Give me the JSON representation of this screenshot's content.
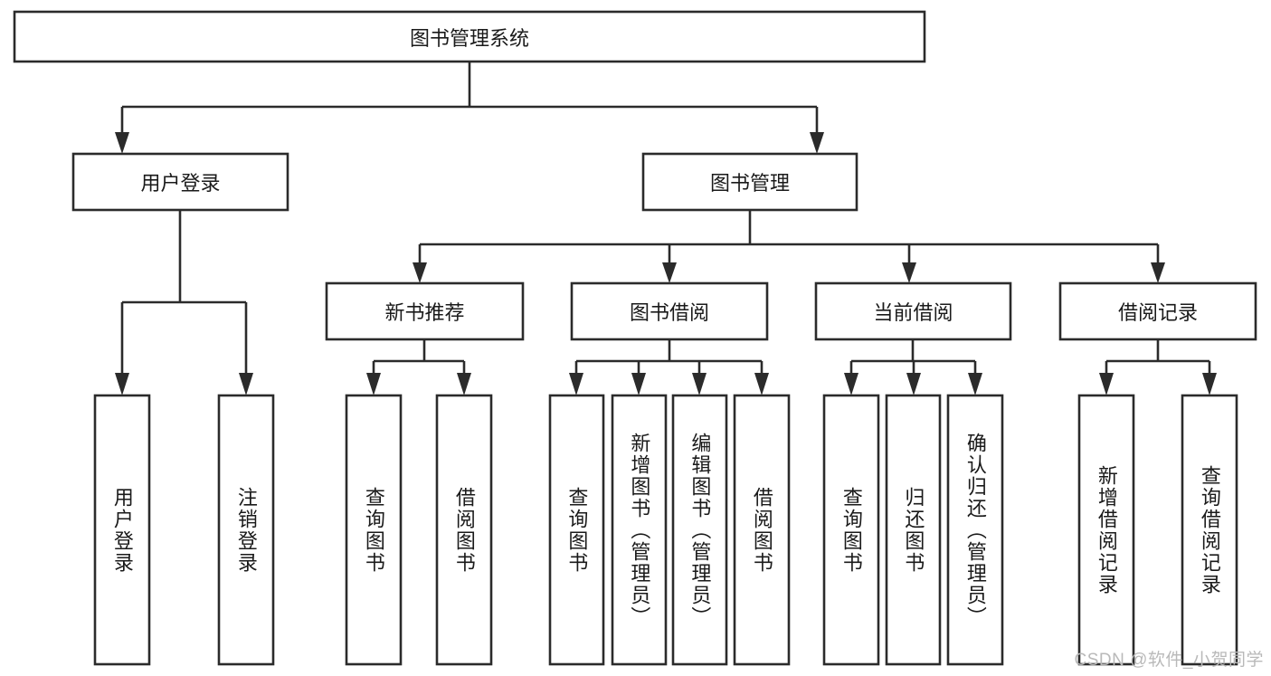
{
  "diagram": {
    "type": "tree-hierarchy",
    "title": "图书管理系统",
    "watermark": "CSDN @软件_小贺同学",
    "colors": {
      "stroke": "#2b2b2b",
      "fill": "#ffffff",
      "text": "#1a1a1a",
      "watermark": "#b9b9b9"
    },
    "levels": {
      "root": "图书管理系统",
      "level2": [
        "用户登录",
        "图书管理"
      ],
      "level3": [
        "新书推荐",
        "图书借阅",
        "当前借阅",
        "借阅记录"
      ]
    },
    "nodes": {
      "root": {
        "label": "图书管理系统"
      },
      "user_login": {
        "label": "用户登录"
      },
      "book_manage": {
        "label": "图书管理"
      },
      "new_book_rec": {
        "label": "新书推荐"
      },
      "book_borrow": {
        "label": "图书借阅"
      },
      "current_borrow": {
        "label": "当前借阅"
      },
      "borrow_record": {
        "label": "借阅记录"
      },
      "leaf_1": {
        "label": "用户登录"
      },
      "leaf_2": {
        "label": "注销登录"
      },
      "leaf_3": {
        "label": "查询图书"
      },
      "leaf_4": {
        "label": "借阅图书"
      },
      "leaf_5": {
        "label": "查询图书"
      },
      "leaf_6": {
        "label": "新增图书（管理员）"
      },
      "leaf_7": {
        "label": "编辑图书（管理员）"
      },
      "leaf_8": {
        "label": "借阅图书"
      },
      "leaf_9": {
        "label": "查询图书"
      },
      "leaf_10": {
        "label": "归还图书"
      },
      "leaf_11": {
        "label": "确认归还（管理员）"
      },
      "leaf_12": {
        "label": "新增借阅记录"
      },
      "leaf_13": {
        "label": "查询借阅记录"
      }
    },
    "edges": [
      {
        "from": "root",
        "to": "user_login"
      },
      {
        "from": "root",
        "to": "book_manage"
      },
      {
        "from": "user_login",
        "to": "leaf_1"
      },
      {
        "from": "user_login",
        "to": "leaf_2"
      },
      {
        "from": "book_manage",
        "to": "new_book_rec"
      },
      {
        "from": "book_manage",
        "to": "book_borrow"
      },
      {
        "from": "book_manage",
        "to": "current_borrow"
      },
      {
        "from": "book_manage",
        "to": "borrow_record"
      },
      {
        "from": "new_book_rec",
        "to": "leaf_3"
      },
      {
        "from": "new_book_rec",
        "to": "leaf_4"
      },
      {
        "from": "book_borrow",
        "to": "leaf_5"
      },
      {
        "from": "book_borrow",
        "to": "leaf_6"
      },
      {
        "from": "book_borrow",
        "to": "leaf_7"
      },
      {
        "from": "book_borrow",
        "to": "leaf_8"
      },
      {
        "from": "current_borrow",
        "to": "leaf_9"
      },
      {
        "from": "current_borrow",
        "to": "leaf_10"
      },
      {
        "from": "current_borrow",
        "to": "leaf_11"
      },
      {
        "from": "borrow_record",
        "to": "leaf_12"
      },
      {
        "from": "borrow_record",
        "to": "leaf_13"
      }
    ]
  }
}
